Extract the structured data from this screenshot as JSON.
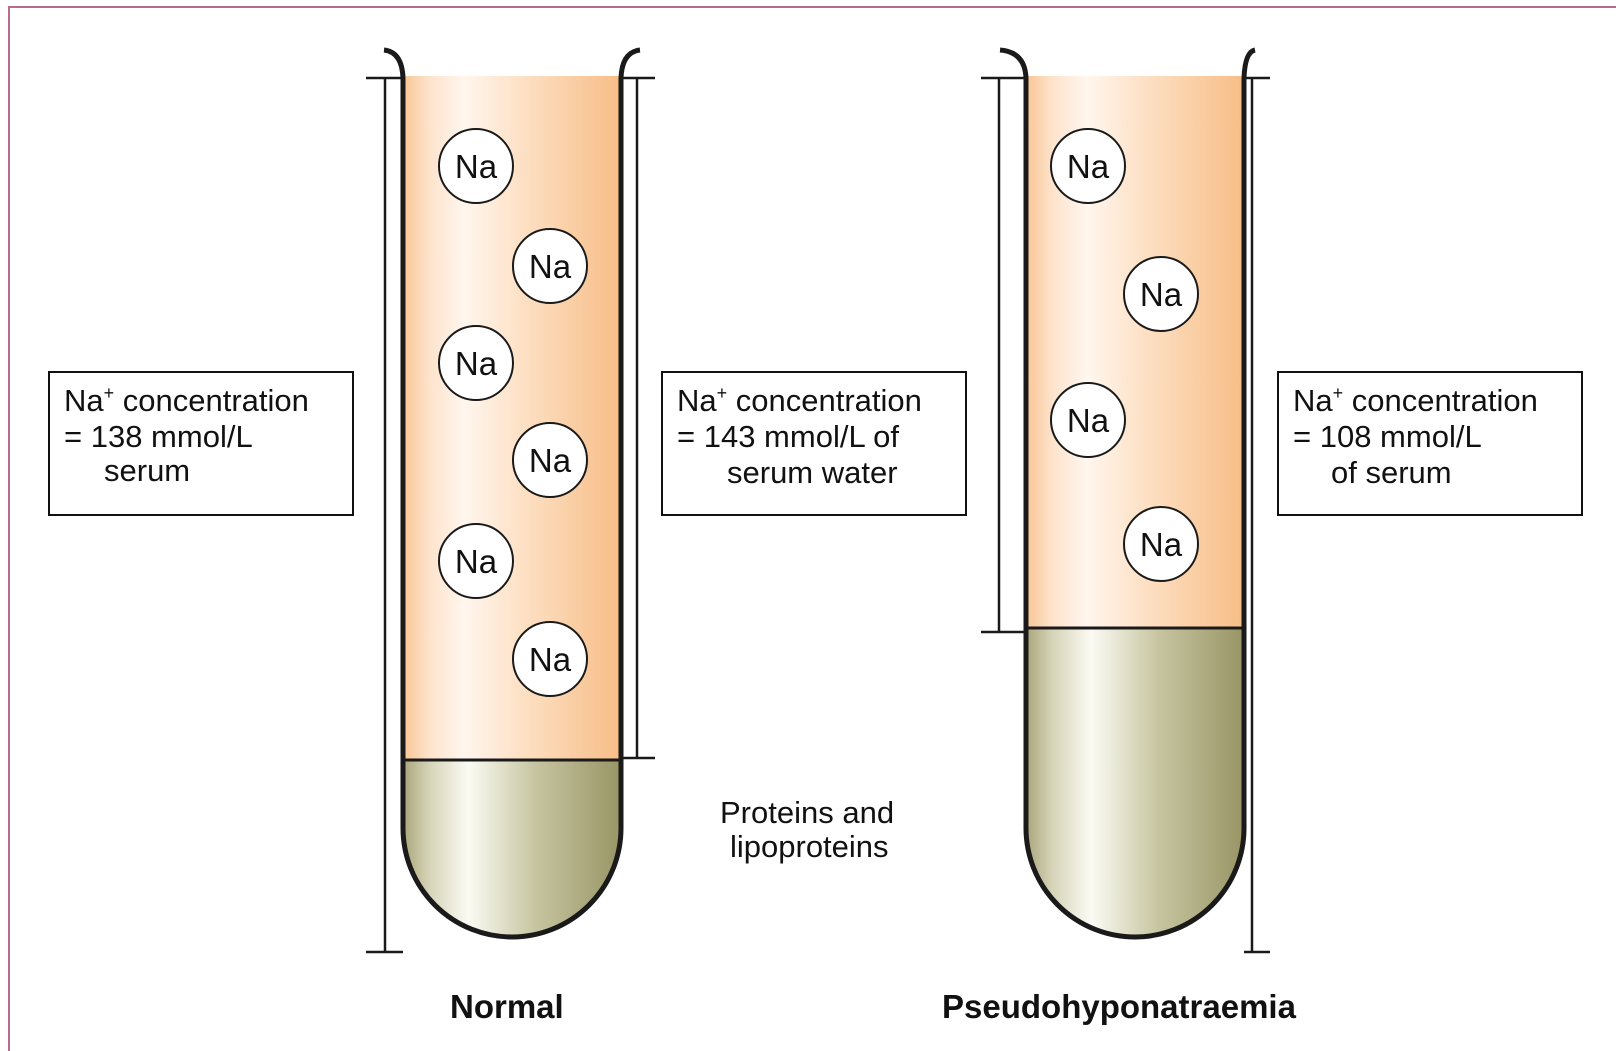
{
  "tubes": [
    {
      "caption": "Normal",
      "ion_label": "Na",
      "ion_count": 6,
      "water_fraction": 0.78,
      "solids_fraction": 0.22
    },
    {
      "caption": "Pseudohyponatraemia",
      "ion_label": "Na",
      "ion_count": 4,
      "water_fraction": 0.63,
      "solids_fraction": 0.37
    }
  ],
  "boxes": {
    "left": {
      "line1_prefix": "Na",
      "line1_sup": "+",
      "line1_suffix": " concentration",
      "line2": "=  138 mmol/L",
      "line3": "serum"
    },
    "middle": {
      "line1_prefix": "Na",
      "line1_sup": "+",
      "line1_suffix": " concentration",
      "line2": "=  143 mmol/L of",
      "line3": "serum water"
    },
    "right": {
      "line1_prefix": "Na",
      "line1_sup": "+",
      "line1_suffix": " concentration",
      "line2": "=  108 mmol/L",
      "line3": "of serum"
    }
  },
  "solids_label": {
    "line1": "Proteins and",
    "line2": "lipoproteins"
  },
  "colors": {
    "serum_water": "#f9c594",
    "solids": "#a8a57a",
    "outline": "#1a1a1a",
    "frame": "#b86b8a"
  }
}
